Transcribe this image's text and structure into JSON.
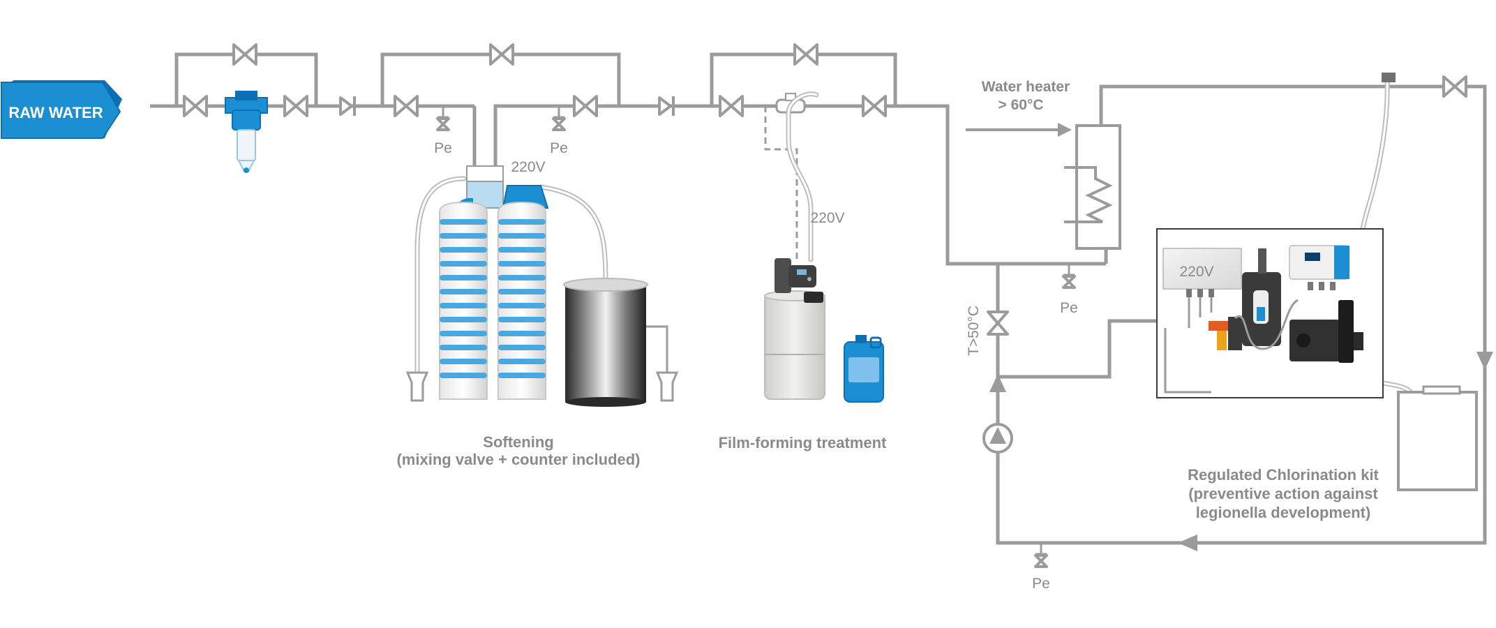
{
  "inlet": {
    "label": "RAW WATER"
  },
  "labels": {
    "pe": "Pe",
    "voltage": "220V",
    "temperature_return": "T>50°C"
  },
  "water_heater": {
    "line1": "Water heater",
    "line2": "> 60°C"
  },
  "sections": {
    "softening": {
      "line1": "Softening",
      "line2": "(mixing valve + counter included)"
    },
    "film_forming": {
      "line1": "Film-forming treatment"
    },
    "chlorination": {
      "line1": "Regulated Chlorination kit",
      "line2": "(preventive action against",
      "line3": "legionella development)"
    }
  },
  "colors": {
    "pipe": "#9b9b9b",
    "brand_blue": "#1b8fd2",
    "dark_blue": "#0d6fb3",
    "light_blue": "#b9dcf2",
    "label_gray": "#8a8a8a"
  }
}
